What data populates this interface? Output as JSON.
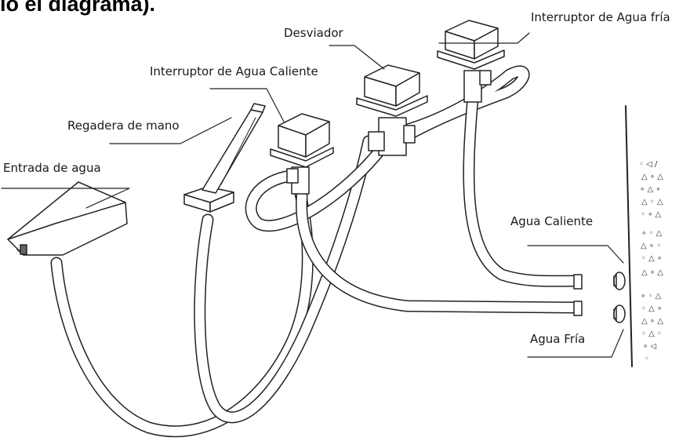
{
  "header": {
    "fragment": "lo el diagrama)."
  },
  "labels": {
    "cold_switch": "Interruptor de Agua fría",
    "diverter": "Desviador",
    "hot_switch": "Interruptor de Agua Caliente",
    "hand_shower": "Regadera de  mano",
    "water_inlet": "Entrada de agua",
    "hot_water": "Agua Caliente",
    "cold_water": "Agua Fría"
  }
}
